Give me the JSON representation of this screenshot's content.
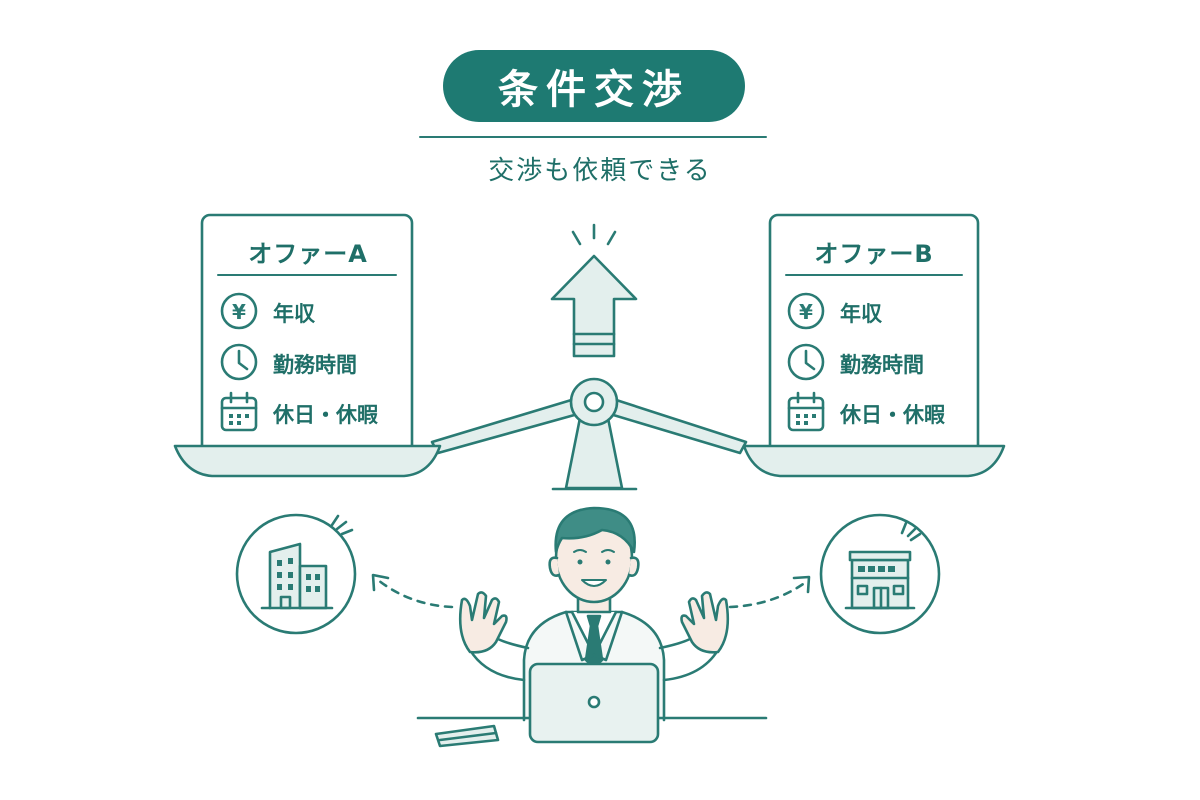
{
  "header": {
    "title": "条件交渉",
    "subtitle": "交渉も依頼できる"
  },
  "offers": [
    {
      "title": "オファーA",
      "items": [
        {
          "icon": "yen-icon",
          "label": "年収"
        },
        {
          "icon": "clock-icon",
          "label": "勤務時間"
        },
        {
          "icon": "calendar-icon",
          "label": "休日・休暇"
        }
      ]
    },
    {
      "title": "オファーB",
      "items": [
        {
          "icon": "yen-icon",
          "label": "年収"
        },
        {
          "icon": "clock-icon",
          "label": "勤務時間"
        },
        {
          "icon": "calendar-icon",
          "label": "休日・休暇"
        }
      ]
    }
  ],
  "colors": {
    "primary": "#1e7a72",
    "line": "#2a7b74",
    "fill_light": "#e3efed",
    "skin": "#f7ebe3"
  },
  "icons": [
    "yen-icon",
    "clock-icon",
    "calendar-icon",
    "up-arrow-icon",
    "balance-scale-icon",
    "office-building-icon",
    "shop-building-icon",
    "businessman-icon",
    "laptop-icon",
    "notebook-icon"
  ]
}
